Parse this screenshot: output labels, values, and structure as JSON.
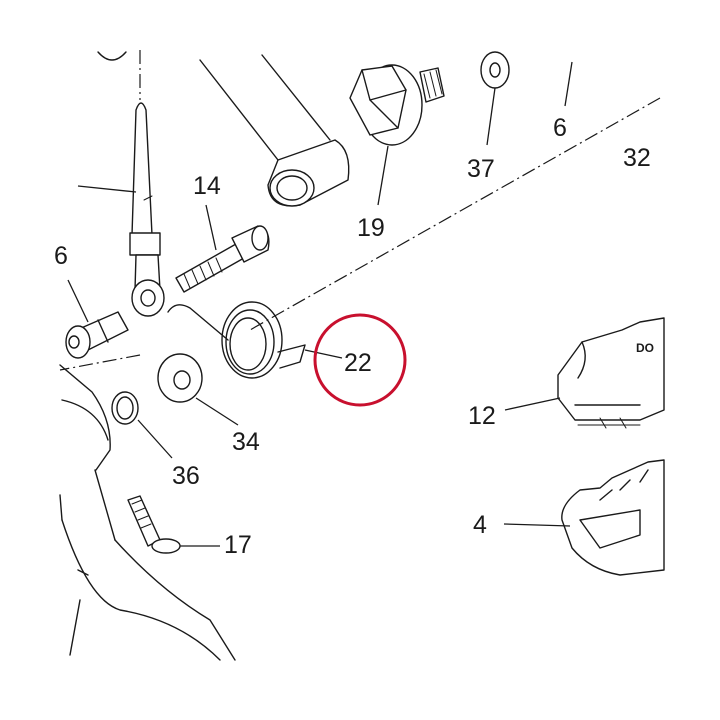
{
  "diagram": {
    "callouts": [
      {
        "id": "c6",
        "text": "6"
      },
      {
        "id": "c32",
        "text": "32"
      },
      {
        "id": "c37",
        "text": "37"
      },
      {
        "id": "c19",
        "text": "19"
      },
      {
        "id": "c14",
        "text": "14"
      },
      {
        "id": "c16",
        "text": "6"
      },
      {
        "id": "c22",
        "text": "22"
      },
      {
        "id": "c12",
        "text": "12"
      },
      {
        "id": "c34",
        "text": "34"
      },
      {
        "id": "c36",
        "text": "36"
      },
      {
        "id": "c4",
        "text": "4"
      },
      {
        "id": "c17",
        "text": "17"
      }
    ],
    "highlight": {
      "target": "22",
      "color": "#c8102e"
    },
    "colors": {
      "line": "#1a1a1a",
      "background": "#ffffff"
    }
  }
}
